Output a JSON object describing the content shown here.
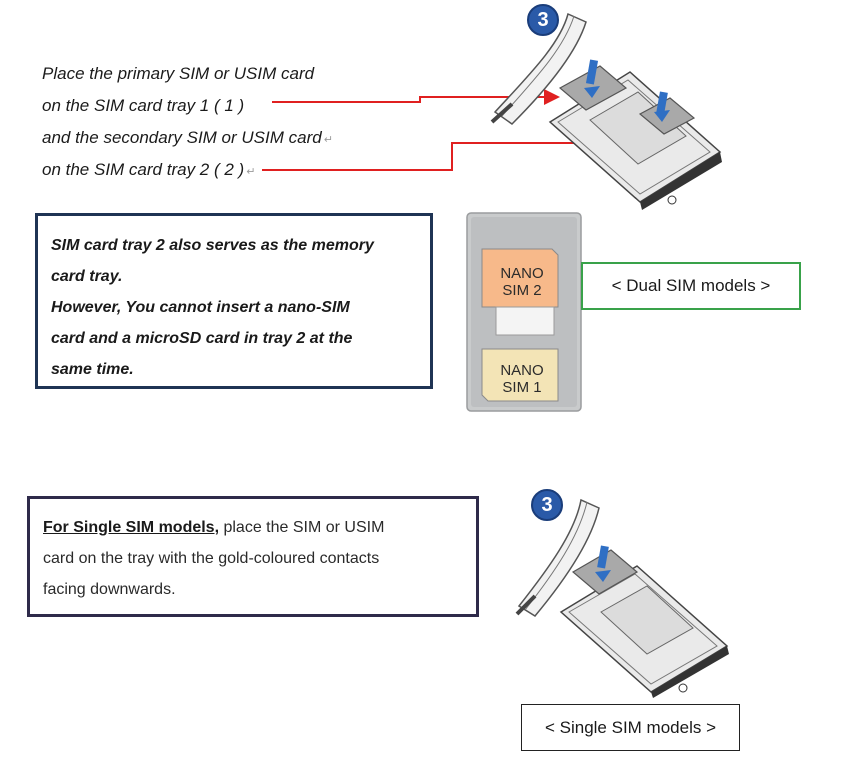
{
  "instructions": {
    "line1": "Place the primary SIM or USIM card",
    "line2": "on the SIM card tray 1 ( 1 )",
    "line3": "and the secondary SIM or USIM card",
    "line4": "on the SIM card tray 2 ( 2 )"
  },
  "step_badge": "3",
  "note": {
    "line1": "SIM card tray 2 also serves as the memory",
    "line2": "card tray.",
    "line3": "However, You cannot insert a nano-SIM",
    "line4": "card and a microSD card in tray 2 at the",
    "line5": "same time."
  },
  "tray_labels": {
    "slot2_line1": "NANO",
    "slot2_line2": "SIM 2",
    "slot1_line1": "NANO",
    "slot1_line2": "SIM 1"
  },
  "dual_label": "< Dual SIM models >",
  "single": {
    "lead": "For Single SIM models,",
    "line1_rest": " place the SIM or USIM",
    "line2": "card on the tray with the gold-coloured contacts",
    "line3": "facing downwards."
  },
  "single_label": "< Single SIM models >",
  "colors": {
    "arrow": "#e02020",
    "note_border": "#1f3454",
    "dual_border": "#39a24a",
    "badge": "#2a5aa8",
    "sim2_fill": "#f7b98a",
    "sim1_fill": "#f3e4b6"
  }
}
